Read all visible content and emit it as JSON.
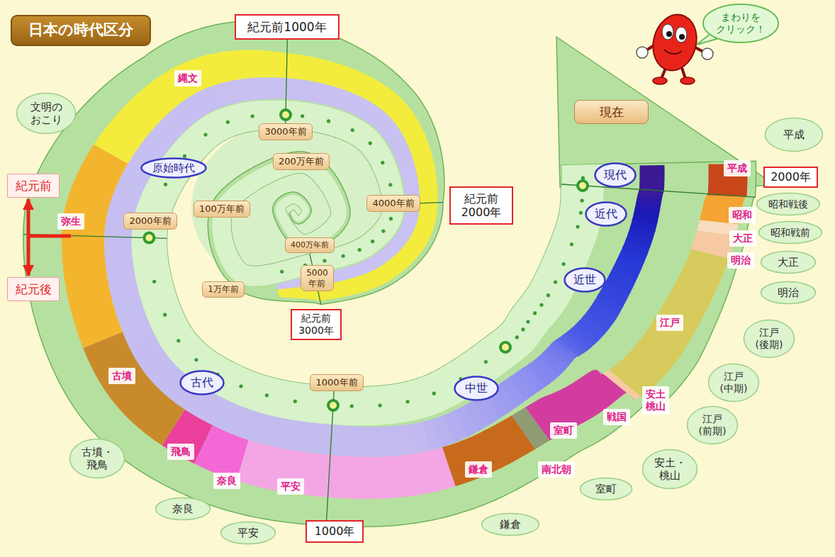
{
  "diagram": {
    "title": "日本の時代区分",
    "nodes": [
      {
        "text": [
          "紀元前1000年"
        ]
      },
      {
        "text": [
          "まわりを クリック！"
        ]
      },
      {
        "text": [
          "文明の おこり"
        ]
      },
      {
        "text": [
          "縄文"
        ]
      },
      {
        "text": [
          "現在"
        ]
      },
      {
        "text": [
          "平成"
        ]
      },
      {
        "text": [
          "3000年前"
        ]
      },
      {
        "text": [
          "200万年前"
        ]
      },
      {
        "text": [
          "原始時代"
        ]
      },
      {
        "text": [
          "現代"
        ]
      },
      {
        "text": [
          "平成"
        ]
      },
      {
        "text": [
          "2000年"
        ]
      },
      {
        "text": [
          "紀元前"
        ]
      },
      {
        "text": [
          "4000年前"
        ]
      },
      {
        "text": [
          "紀元前 2000年"
        ]
      },
      {
        "text": [
          "昭和戦後"
        ]
      },
      {
        "text": [
          "100万年前"
        ]
      },
      {
        "text": [
          "2000年前"
        ]
      },
      {
        "text": [
          "弥生"
        ]
      },
      {
        "text": [
          "近代"
        ]
      },
      {
        "text": [
          "昭和"
        ]
      },
      {
        "text": [
          "昭和戦前"
        ]
      },
      {
        "text": [
          "大正"
        ]
      },
      {
        "text": [
          "400万年前"
        ]
      },
      {
        "text": [
          "明治"
        ]
      },
      {
        "text": [
          "大正"
        ]
      },
      {
        "text": [
          "5000 年前"
        ]
      },
      {
        "text": [
          "近世"
        ]
      },
      {
        "text": [
          "1万年前"
        ]
      },
      {
        "text": [
          "紀元後"
        ]
      },
      {
        "text": [
          "明治"
        ]
      },
      {
        "text": [
          "紀元前 3000年"
        ]
      },
      {
        "text": [
          "江戸"
        ]
      },
      {
        "text": [
          "江戸 (後期)"
        ]
      },
      {
        "text": [
          "古墳"
        ]
      },
      {
        "text": [
          "古代"
        ]
      },
      {
        "text": [
          "1000年前"
        ]
      },
      {
        "text": [
          "中世"
        ]
      },
      {
        "text": [
          "江戸 (中期)"
        ]
      },
      {
        "text": [
          "安土 桃山"
        ]
      },
      {
        "text": [
          "戦国"
        ]
      },
      {
        "text": [
          "江戸 (前期)"
        ]
      },
      {
        "text": [
          "室町"
        ]
      },
      {
        "text": [
          "飛鳥"
        ]
      },
      {
        "text": [
          "古墳・ 飛鳥"
        ]
      },
      {
        "text": [
          "南北朝"
        ]
      },
      {
        "text": [
          "安土・ 桃山"
        ]
      },
      {
        "text": [
          "奈良"
        ]
      },
      {
        "text": [
          "平安"
        ]
      },
      {
        "text": [
          "鎌倉"
        ]
      },
      {
        "text": [
          "室町"
        ]
      },
      {
        "text": [
          "奈良"
        ]
      },
      {
        "text": [
          "鎌倉"
        ]
      },
      {
        "text": [
          "平安"
        ]
      },
      {
        "text": [
          "1000年"
        ]
      }
    ],
    "edges": [
      {
        "from": 12,
        "to": 29,
        "arrow": "both"
      }
    ]
  }
}
